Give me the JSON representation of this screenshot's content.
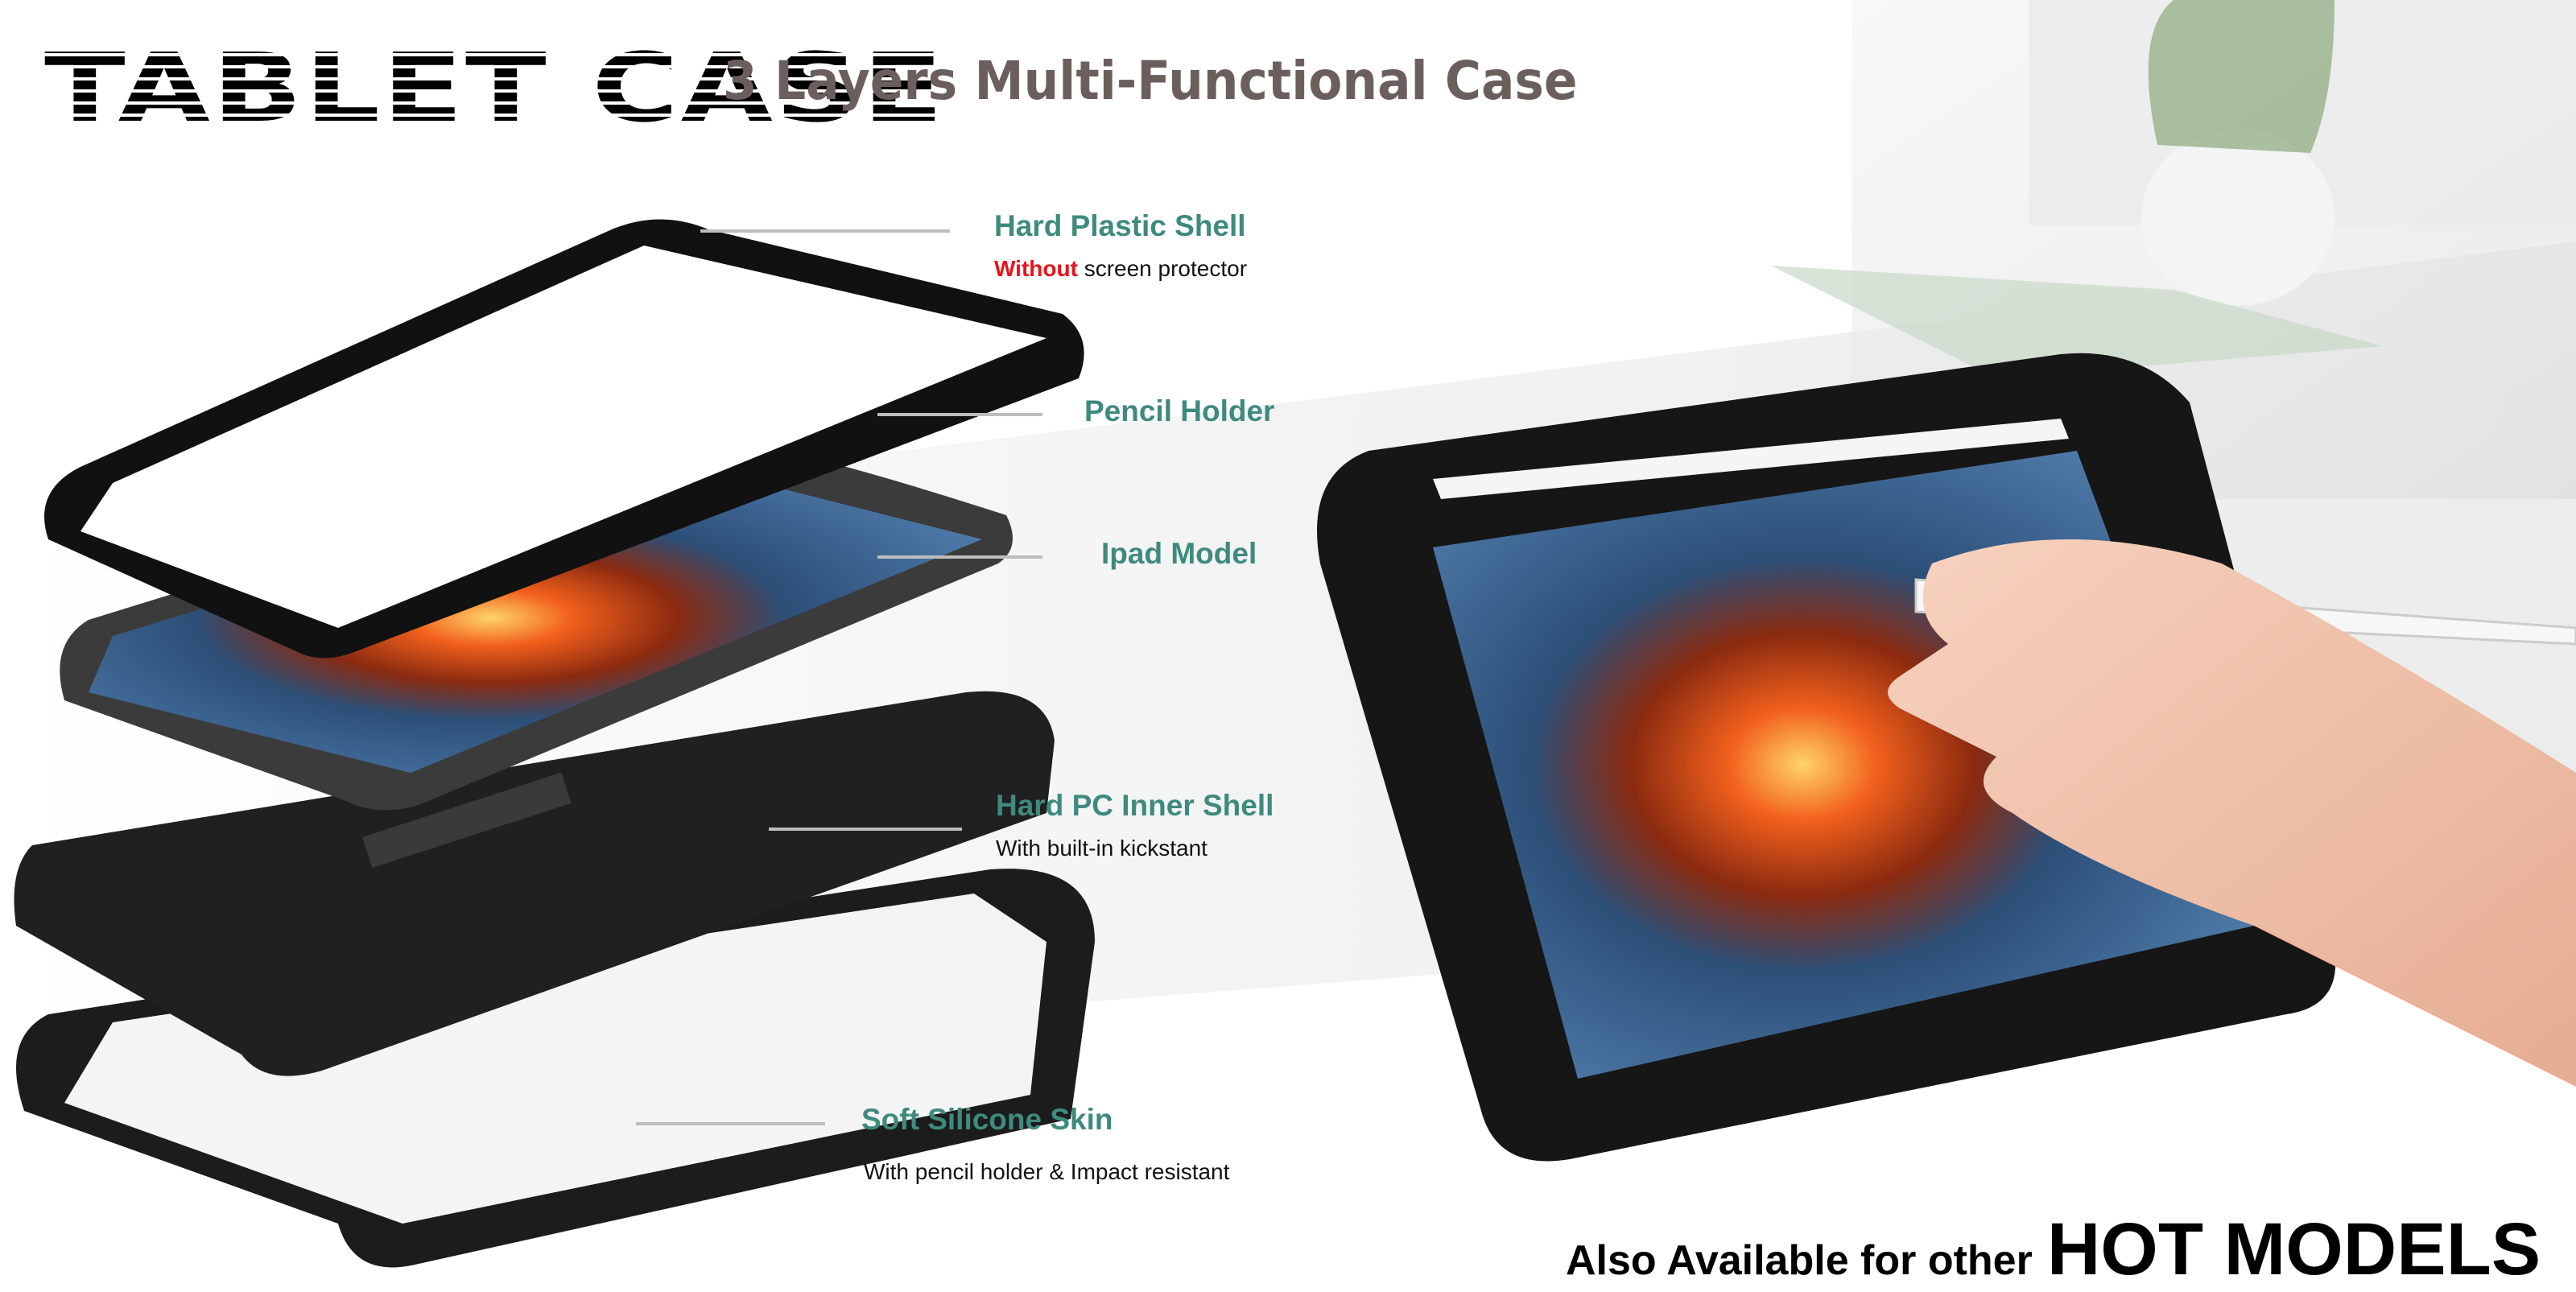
{
  "header": {
    "title": "TABLET CASE",
    "subtitle": "3 Layers Multi-Functional Case"
  },
  "features": [
    {
      "label": "Hard Plastic Shell",
      "note_highlight": "Without",
      "note_rest": " screen protector"
    },
    {
      "label": "Pencil Holder"
    },
    {
      "label": "Ipad Model"
    },
    {
      "label": "Hard PC Inner Shell",
      "note": "With built-in kickstant"
    },
    {
      "label": "Soft Silicone Skin",
      "note": "With pencil holder & Impact resistant"
    }
  ],
  "footer": {
    "lead": "Also Available for other",
    "emphasis": "HOT MODELS"
  },
  "colors": {
    "feature_label": "#3f8a7e",
    "highlight": "#e8141b",
    "subtitle": "#6b5f5e"
  }
}
